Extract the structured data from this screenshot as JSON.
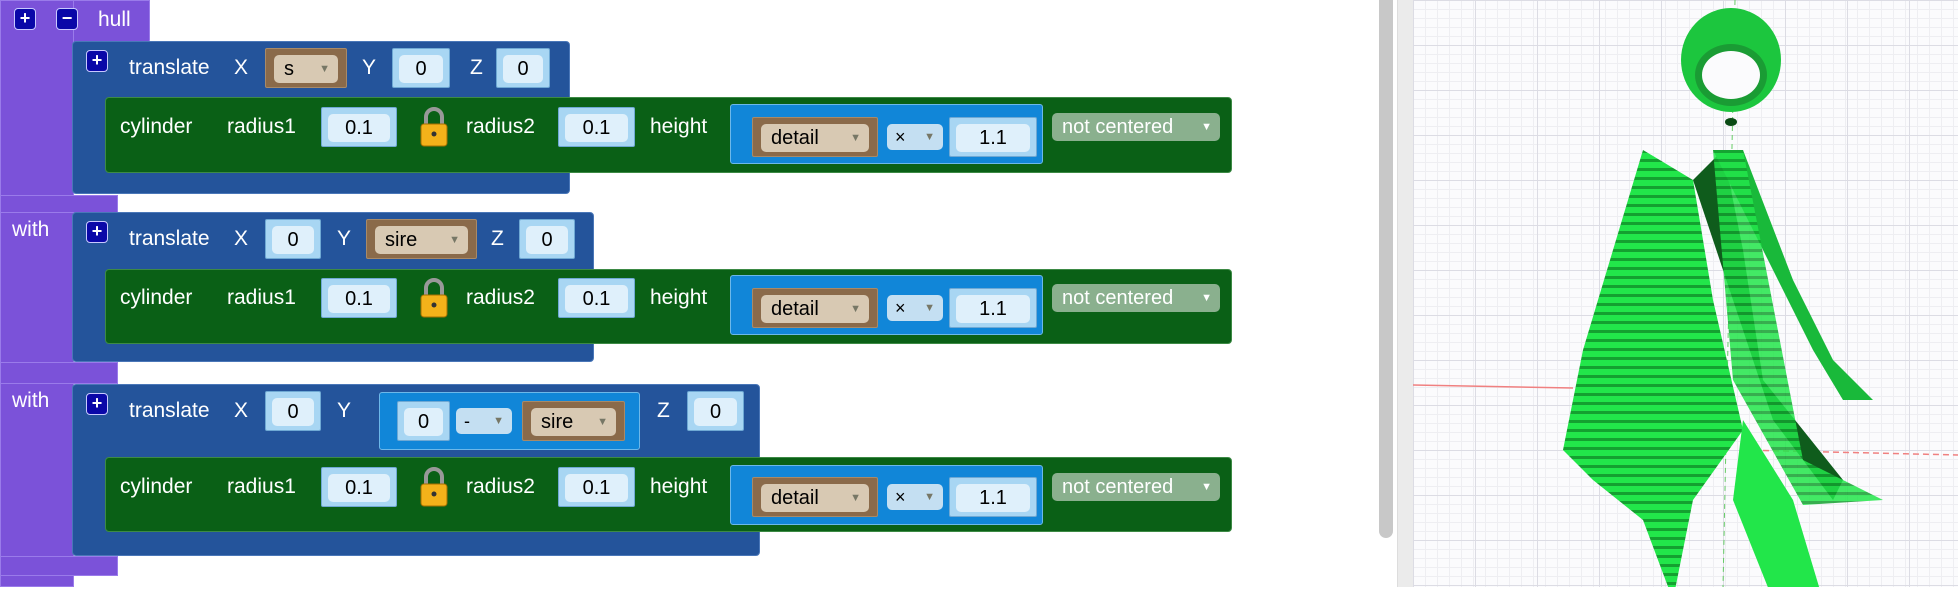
{
  "hull": {
    "label": "hull",
    "with1": "with",
    "with2": "with",
    "plus": "+",
    "minus": "−"
  },
  "blocks": [
    {
      "translate": {
        "label": "translate",
        "x_label": "X",
        "y_label": "Y",
        "z_label": "Z",
        "x": "s",
        "y": "0",
        "z": "0"
      },
      "cylinder": {
        "label": "cylinder",
        "r1_label": "radius1",
        "r1": "0.1",
        "r2_label": "radius2",
        "r2": "0.1",
        "h_label": "height",
        "h_var": "detail",
        "h_op": "×",
        "h_num": "1.1",
        "center": "not centered"
      }
    },
    {
      "translate": {
        "label": "translate",
        "x_label": "X",
        "y_label": "Y",
        "z_label": "Z",
        "x": "0",
        "y": "sire",
        "z": "0"
      },
      "cylinder": {
        "label": "cylinder",
        "r1_label": "radius1",
        "r1": "0.1",
        "r2_label": "radius2",
        "r2": "0.1",
        "h_label": "height",
        "h_var": "detail",
        "h_op": "×",
        "h_num": "1.1",
        "center": "not centered"
      }
    },
    {
      "translate": {
        "label": "translate",
        "x_label": "X",
        "y_label": "Y",
        "z_label": "Z",
        "x": "0",
        "y_a": "0",
        "y_op": "-",
        "y_b": "sire",
        "z": "0"
      },
      "cylinder": {
        "label": "cylinder",
        "r1_label": "radius1",
        "r1": "0.1",
        "r2_label": "radius2",
        "r2": "0.1",
        "h_label": "height",
        "h_var": "detail",
        "h_op": "×",
        "h_num": "1.1",
        "center": "not centered"
      }
    }
  ],
  "colors": {
    "hull": "#7b52d9",
    "translate": "#24549b",
    "cylinder": "#0a6016",
    "model": "#22e64a"
  }
}
